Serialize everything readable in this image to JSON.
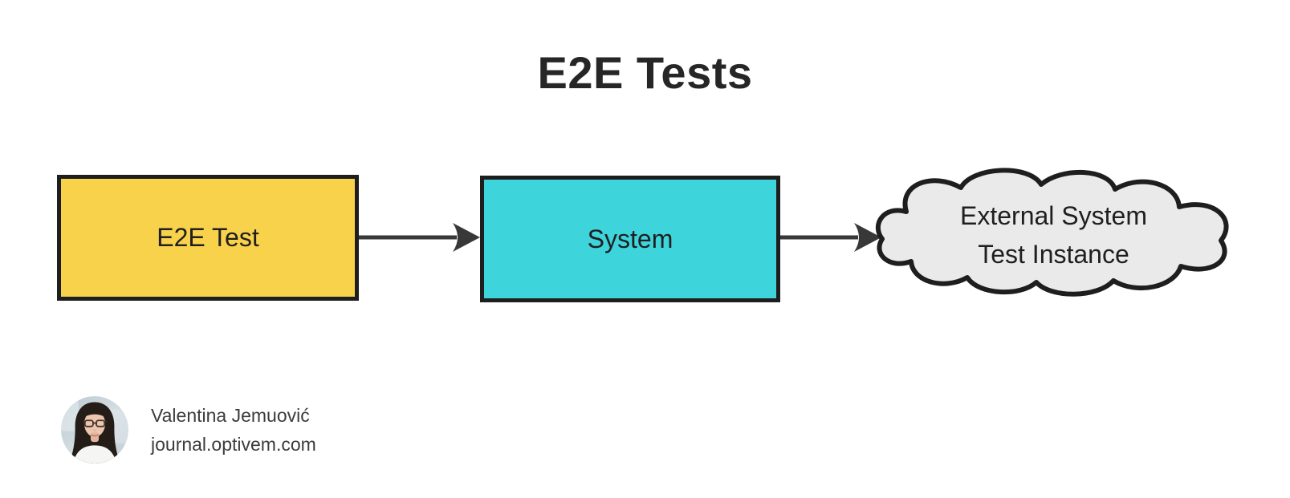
{
  "title": "E2E Tests",
  "diagram": {
    "nodes": [
      {
        "id": "e2e-test",
        "shape": "rectangle",
        "label": "E2E Test",
        "fill": "#F9D24B"
      },
      {
        "id": "system",
        "shape": "rectangle",
        "label": "System",
        "fill": "#3ED4DC"
      },
      {
        "id": "external-system-test-instance",
        "shape": "cloud",
        "label_line1": "External System",
        "label_line2": "Test Instance",
        "fill": "#EAEAEA"
      }
    ],
    "edges": [
      {
        "from": "e2e-test",
        "to": "system"
      },
      {
        "from": "system",
        "to": "external-system-test-instance"
      }
    ],
    "stroke_color": "#1E1E1E",
    "arrow_color": "#383838"
  },
  "footer": {
    "author_name": "Valentina Jemuović",
    "author_site": "journal.optivem.com",
    "avatar": "portrait-photo"
  },
  "colors": {
    "background": "#FFFFFF",
    "title_text": "#262626",
    "node_text": "#1F1F1F",
    "footer_text": "#3C3C3C"
  }
}
